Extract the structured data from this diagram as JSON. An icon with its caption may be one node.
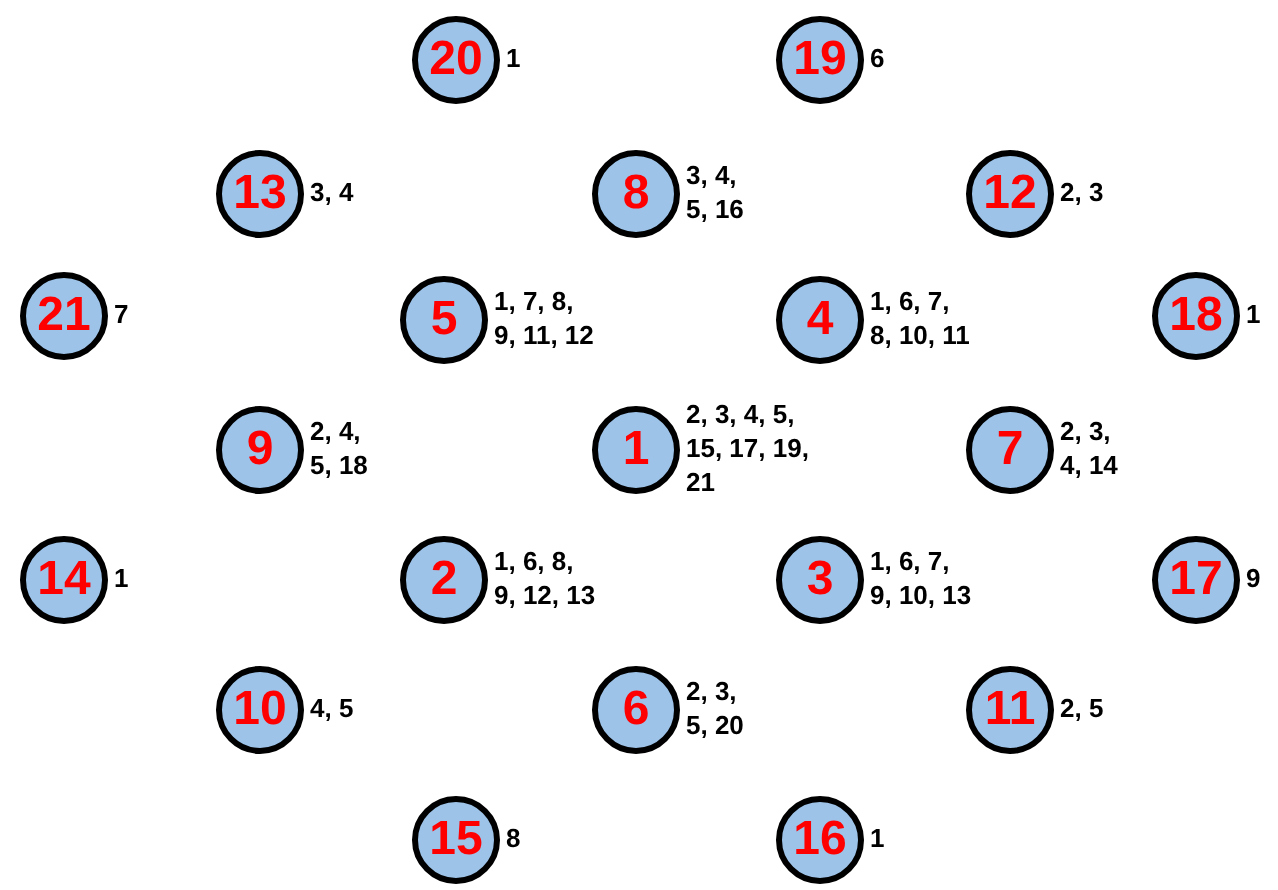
{
  "diagram": {
    "nodes": [
      {
        "text": [
          "20"
        ],
        "beside": [
          "1"
        ]
      },
      {
        "text": [
          "19"
        ],
        "beside": [
          "6"
        ]
      },
      {
        "text": [
          "13"
        ],
        "beside": [
          "3, 4"
        ]
      },
      {
        "text": [
          "8"
        ],
        "beside": [
          "3, 4, 5, 16"
        ]
      },
      {
        "text": [
          "12"
        ],
        "beside": [
          "2, 3"
        ]
      },
      {
        "text": [
          "21"
        ],
        "beside": [
          "7"
        ]
      },
      {
        "text": [
          "5"
        ],
        "beside": [
          "1, 7, 8, 9, 11, 12"
        ]
      },
      {
        "text": [
          "4"
        ],
        "beside": [
          "1, 6, 7, 8, 10, 11"
        ]
      },
      {
        "text": [
          "18"
        ],
        "beside": [
          "1"
        ]
      },
      {
        "text": [
          "9"
        ],
        "beside": [
          "2, 4, 5, 18"
        ]
      },
      {
        "text": [
          "1"
        ],
        "beside": [
          "2, 3, 4, 5, 15, 17, 19, 21"
        ]
      },
      {
        "text": [
          "7"
        ],
        "beside": [
          "2, 3, 4, 14"
        ]
      },
      {
        "text": [
          "14"
        ],
        "beside": [
          "1"
        ]
      },
      {
        "text": [
          "2"
        ],
        "beside": [
          "1, 6, 8, 9, 12, 13"
        ]
      },
      {
        "text": [
          "3"
        ],
        "beside": [
          "1, 6, 7, 9, 10, 13"
        ]
      },
      {
        "text": [
          "17"
        ],
        "beside": [
          "9"
        ]
      },
      {
        "text": [
          "10"
        ],
        "beside": [
          "4, 5"
        ]
      },
      {
        "text": [
          "6"
        ],
        "beside": [
          "2, 3, 5, 20"
        ]
      },
      {
        "text": [
          "11"
        ],
        "beside": [
          "2, 5"
        ]
      },
      {
        "text": [
          "15"
        ],
        "beside": [
          "8"
        ]
      },
      {
        "text": [
          "16"
        ],
        "beside": [
          "1"
        ]
      }
    ]
  }
}
